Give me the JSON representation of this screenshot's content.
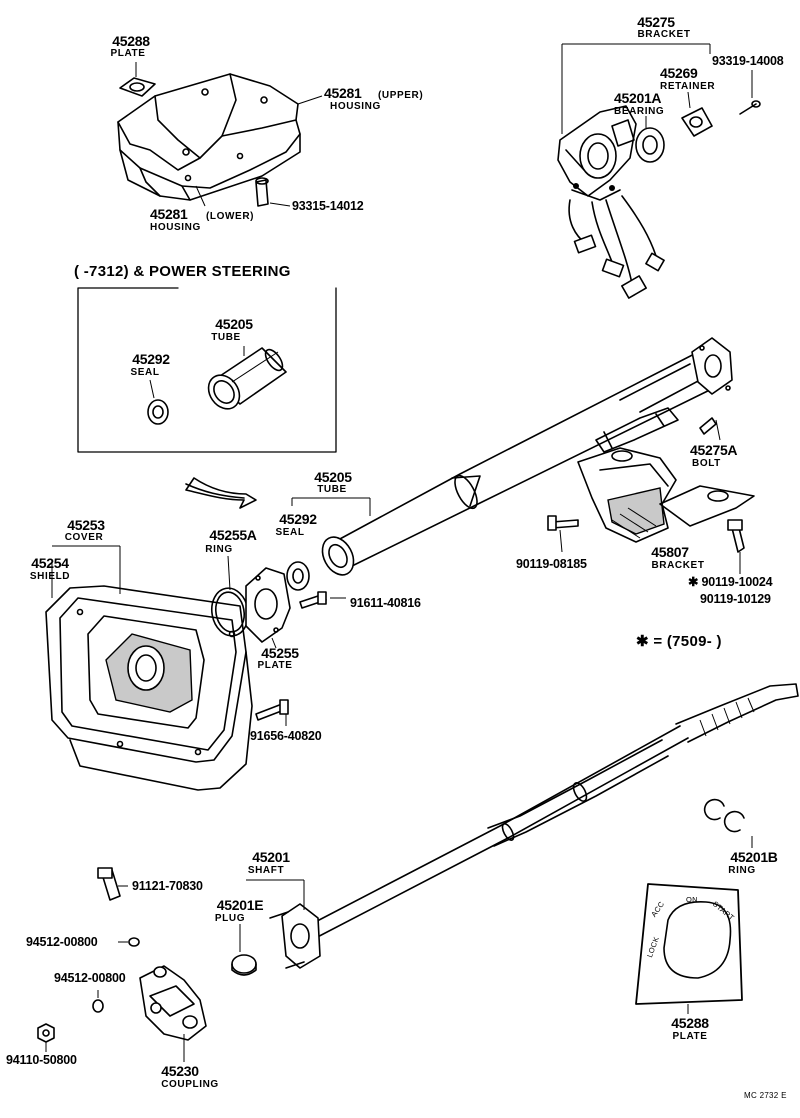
{
  "callouts": {
    "plate_top": {
      "number": "45288",
      "name": "PLATE"
    },
    "housing_upper": {
      "number": "45281",
      "name": "HOUSING",
      "note": "(UPPER)"
    },
    "housing_lower": {
      "number": "45281",
      "name": "HOUSING",
      "note": "(LOWER)"
    },
    "screw_93315": {
      "number": "93315-14012"
    },
    "bracket_45275": {
      "number": "45275",
      "name": "BRACKET"
    },
    "screw_93319": {
      "number": "93319-14008"
    },
    "retainer_45269": {
      "number": "45269",
      "name": "RETAINER"
    },
    "bearing_45201A": {
      "number": "45201A",
      "name": "BEARING"
    },
    "inset_heading": "(       -7312) & POWER STEERING",
    "inset_tube": {
      "number": "45205",
      "name": "TUBE"
    },
    "inset_seal": {
      "number": "45292",
      "name": "SEAL"
    },
    "bolt_45275A": {
      "number": "45275A",
      "name": "BOLT"
    },
    "tube_45205": {
      "number": "45205",
      "name": "TUBE"
    },
    "seal_45292": {
      "number": "45292",
      "name": "SEAL"
    },
    "ring_45255A": {
      "number": "45255A",
      "name": "RING"
    },
    "cover_45253": {
      "number": "45253",
      "name": "COVER"
    },
    "shield_45254": {
      "number": "45254",
      "name": "SHIELD"
    },
    "bolt_90119_08185": {
      "number": "90119-08185"
    },
    "bracket_45807": {
      "number": "45807",
      "name": "BRACKET"
    },
    "bolt_90119_10024": {
      "number": "✱ 90119-10024"
    },
    "bolt_90119_10129": {
      "number": "90119-10129"
    },
    "bolt_91611": {
      "number": "91611-40816"
    },
    "plate_45255": {
      "number": "45255",
      "name": "PLATE"
    },
    "date_note": "✱ = (7509-        )",
    "bolt_91656": {
      "number": "91656-40820"
    },
    "shaft_45201": {
      "number": "45201",
      "name": "SHAFT"
    },
    "plug_45201E": {
      "number": "45201E",
      "name": "PLUG"
    },
    "ring_45201B": {
      "number": "45201B",
      "name": "RING"
    },
    "bolt_91121": {
      "number": "91121-70830"
    },
    "pin_94512_a": {
      "number": "94512-00800"
    },
    "pin_94512_b": {
      "number": "94512-00800"
    },
    "nut_94110": {
      "number": "94110-50800"
    },
    "coupling_45230": {
      "number": "45230",
      "name": "COUPLING"
    },
    "plate_45288_bottom": {
      "number": "45288",
      "name": "PLATE"
    },
    "ignition_positions": [
      "LOCK",
      "ACC",
      "ON",
      "START"
    ],
    "footer_code": "MC 2732 E"
  }
}
